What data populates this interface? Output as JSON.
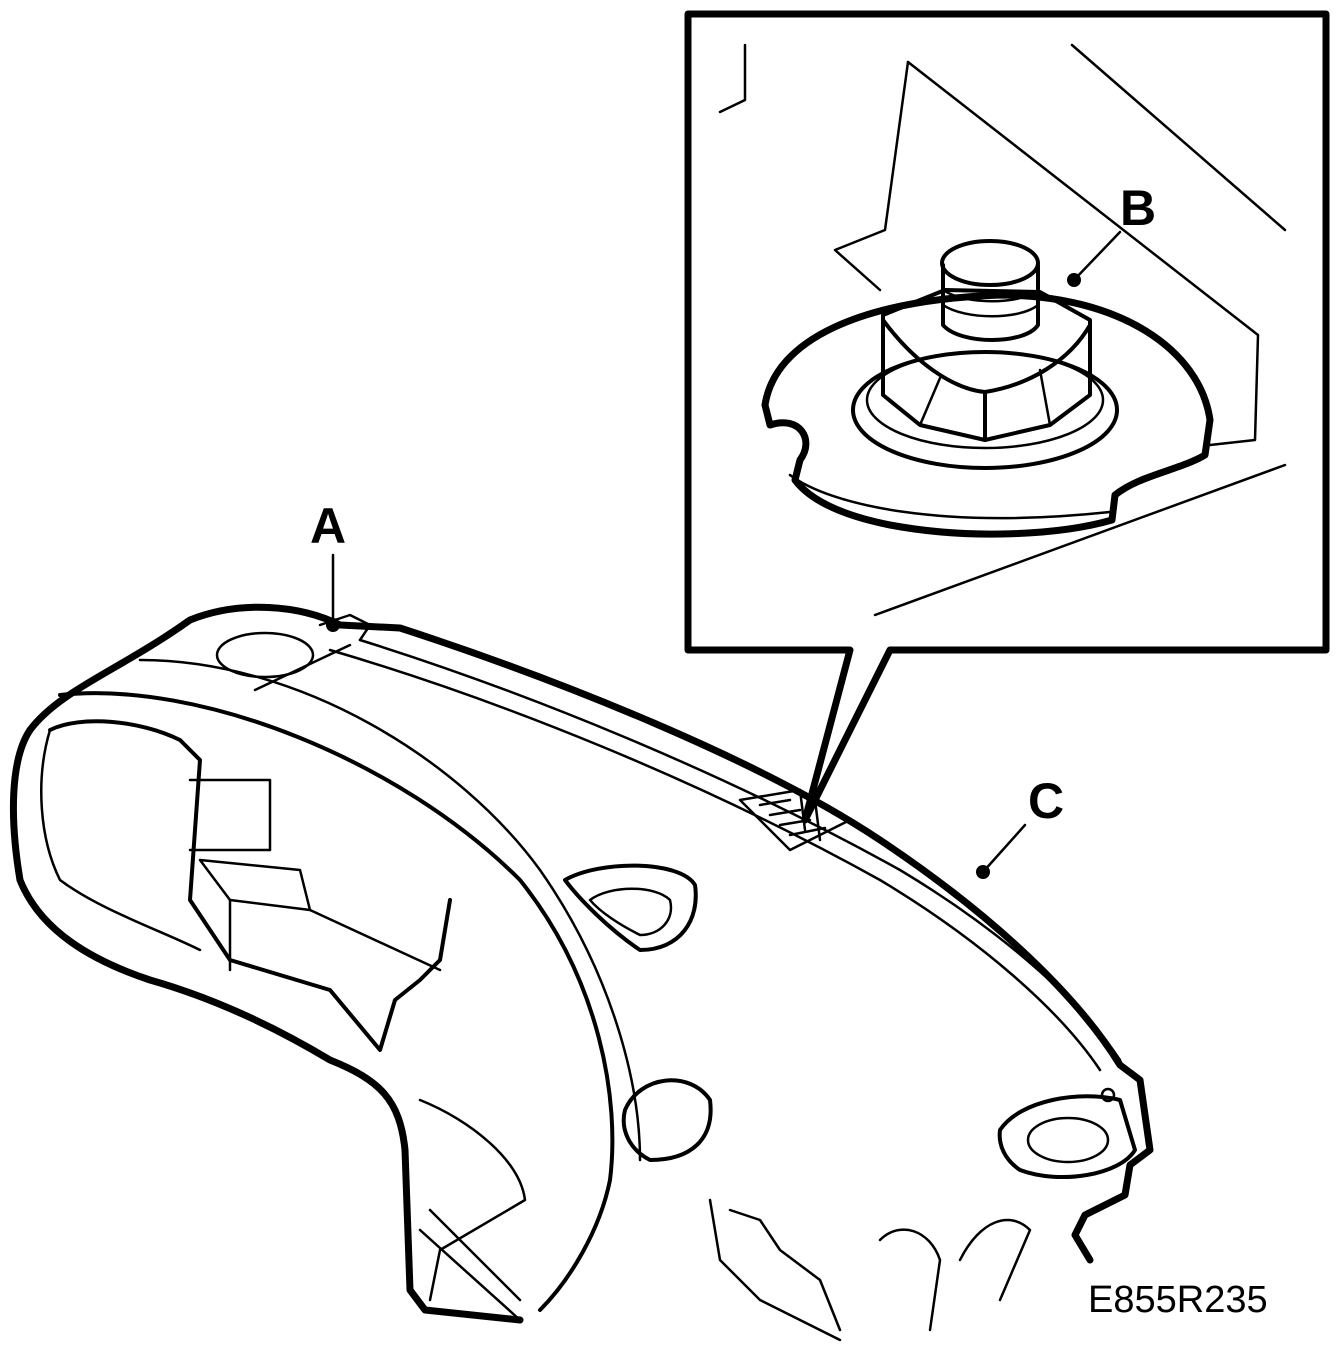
{
  "callouts": {
    "a": "A",
    "b": "B",
    "c": "C"
  },
  "figure_code": "E855R235",
  "colors": {
    "ink": "#000000",
    "paper": "#ffffff"
  }
}
